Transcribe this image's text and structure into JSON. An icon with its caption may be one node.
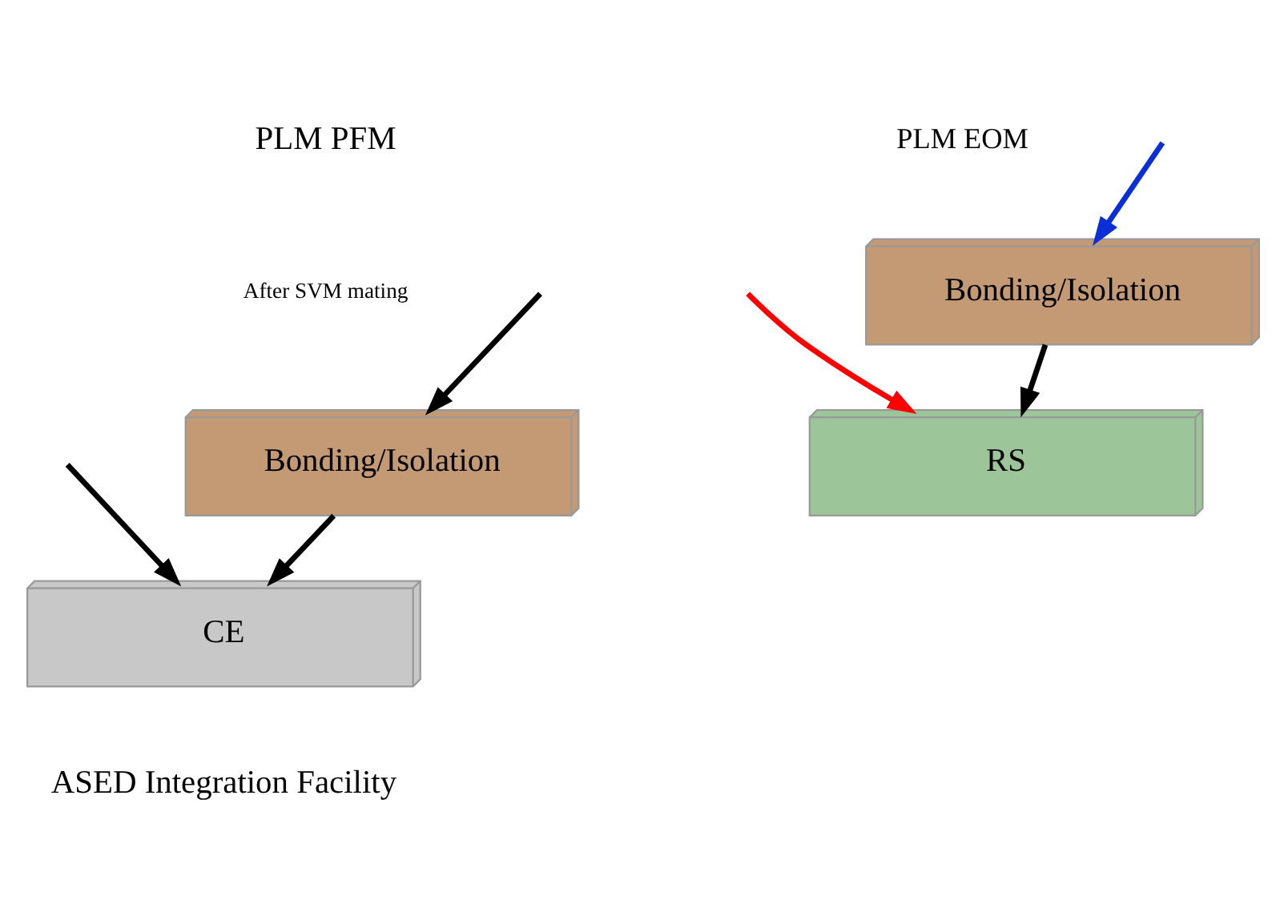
{
  "diagram": {
    "nodes": [
      {
        "text": [
          "Bonding/Isolation"
        ]
      },
      {
        "text": [
          "Bonding/Isolation"
        ]
      },
      {
        "text": [
          "CE"
        ]
      },
      {
        "text": [
          "RS"
        ]
      }
    ],
    "edges": [
      {
        "from": 0,
        "to": 2,
        "arrow": "to"
      },
      {
        "from": 1,
        "to": 3,
        "arrow": "to"
      },
      {
        "from": null,
        "to": 1,
        "arrow": "to",
        "color": "#0a2fd6"
      },
      {
        "from": null,
        "to": 3,
        "arrow": "to",
        "color": "#ff0000"
      },
      {
        "from": null,
        "to": 0,
        "arrow": "to"
      },
      {
        "from": null,
        "to": 2,
        "arrow": "to"
      }
    ],
    "labels": [
      "PLM PFM",
      "After SVM mating",
      "PLM EOM",
      "ASED Integration Facility"
    ]
  }
}
